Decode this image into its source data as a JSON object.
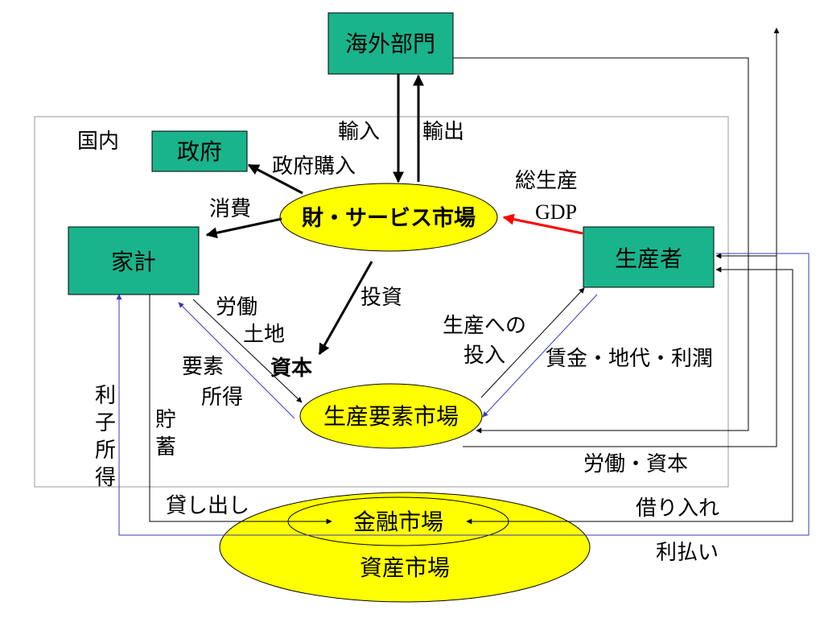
{
  "nodes": {
    "foreign": "海外部門",
    "government": "政府",
    "household": "家計",
    "producer": "生産者",
    "goods_market": "財・サービス市場",
    "factor_market": "生産要素市場",
    "financial_market": "金融市場",
    "asset_market": "資産市場"
  },
  "regions": {
    "domestic": "国内"
  },
  "labels": {
    "imports": "輸入",
    "exports": "輸出",
    "gov_purchase": "政府購入",
    "consumption": "消費",
    "total_production": "総生産",
    "gdp": "GDP",
    "investment": "投資",
    "labor": "労働",
    "land": "土地",
    "capital": "資本",
    "factor_income_1": "要素",
    "factor_income_2": "所得",
    "savings_1": "貯",
    "savings_2": "蓄",
    "interest_income": [
      "利",
      "子",
      "所",
      "得"
    ],
    "input_to_production_1": "生産への",
    "input_to_production_2": "投入",
    "wages_rent_profit": "賃金・地代・利潤",
    "labor_capital": "労働・資本",
    "lending": "貸し出し",
    "borrowing": "借り入れ",
    "interest_payment": "利払い"
  },
  "colors": {
    "box_fill": "#1ab48c",
    "ellipse_fill": "#ffff00",
    "gdp_arrow": "#ff0000",
    "blue_flow": "#3a3ab8"
  }
}
